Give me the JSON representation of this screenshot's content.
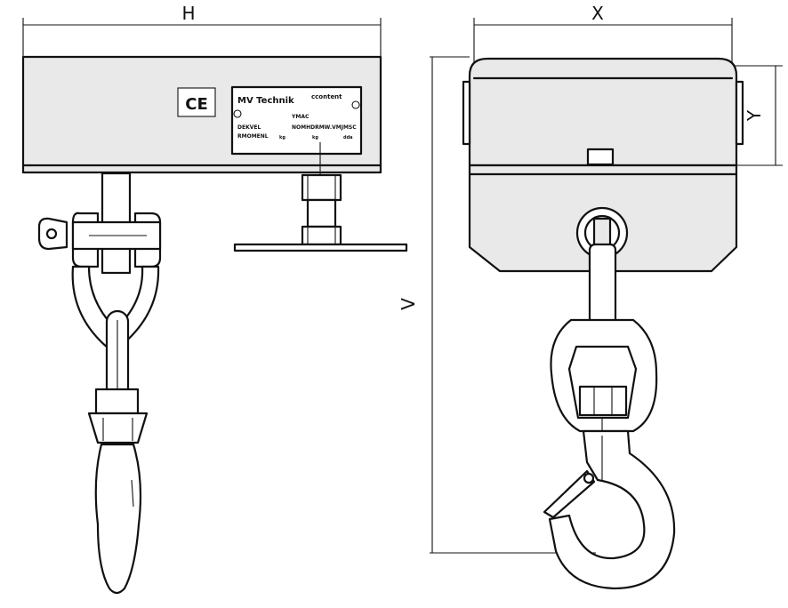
{
  "dimensions": {
    "H": "H",
    "X": "X",
    "Y": "Y",
    "V": "V"
  },
  "ce_mark": "CE",
  "nameplate": {
    "brand": "MV Technik",
    "badge": "ccontent",
    "row1_left": "DEKVEL",
    "row1_right": "YMAC",
    "row2_left": "RMOMENL",
    "row2_right": "NOMHDRMW.VMJMSC",
    "unit_a": "kg",
    "unit_b": "kg",
    "unit_c": "dda"
  },
  "colors": {
    "line": "#111111",
    "body_fill": "#e9e9e9",
    "background": "#ffffff"
  }
}
